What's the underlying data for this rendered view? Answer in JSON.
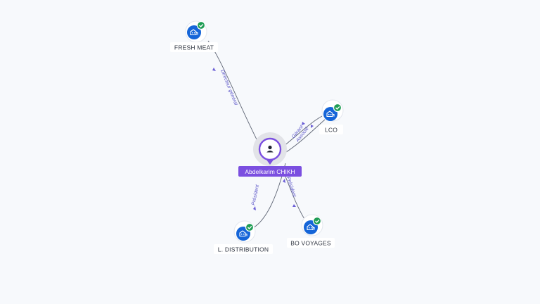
{
  "graph": {
    "center": {
      "name": "Abdelkarim CHIKH",
      "icon": "user-icon",
      "accent": "#7b4fe0"
    },
    "companies": [
      {
        "name": "FRESH MEAT",
        "icon": "building-icon",
        "verified": true,
        "verified_icon": "check-icon"
      },
      {
        "name": "LCO",
        "icon": "building-icon",
        "verified": true,
        "verified_icon": "check-icon"
      },
      {
        "name": "L. DISTRIBUTION",
        "icon": "building-icon",
        "verified": true,
        "verified_icon": "check-icon"
      },
      {
        "name": "BO VOYAGES",
        "icon": "building-icon",
        "verified": true,
        "verified_icon": "check-icon"
      }
    ],
    "relations": [
      {
        "label": "Directeur général",
        "target": "FRESH MEAT"
      },
      {
        "label": "Gérant",
        "target": "LCO"
      },
      {
        "label": "Associé",
        "target": "LCO"
      },
      {
        "label": "Président",
        "target": "L. DISTRIBUTION"
      },
      {
        "label": "Président",
        "target": "BO VOYAGES"
      }
    ],
    "colors": {
      "company": "#1565d8",
      "verified": "#1f9d55",
      "relation_text": "#5b55c8",
      "edge": "#5f6675",
      "background": "#f7f9fc"
    }
  }
}
